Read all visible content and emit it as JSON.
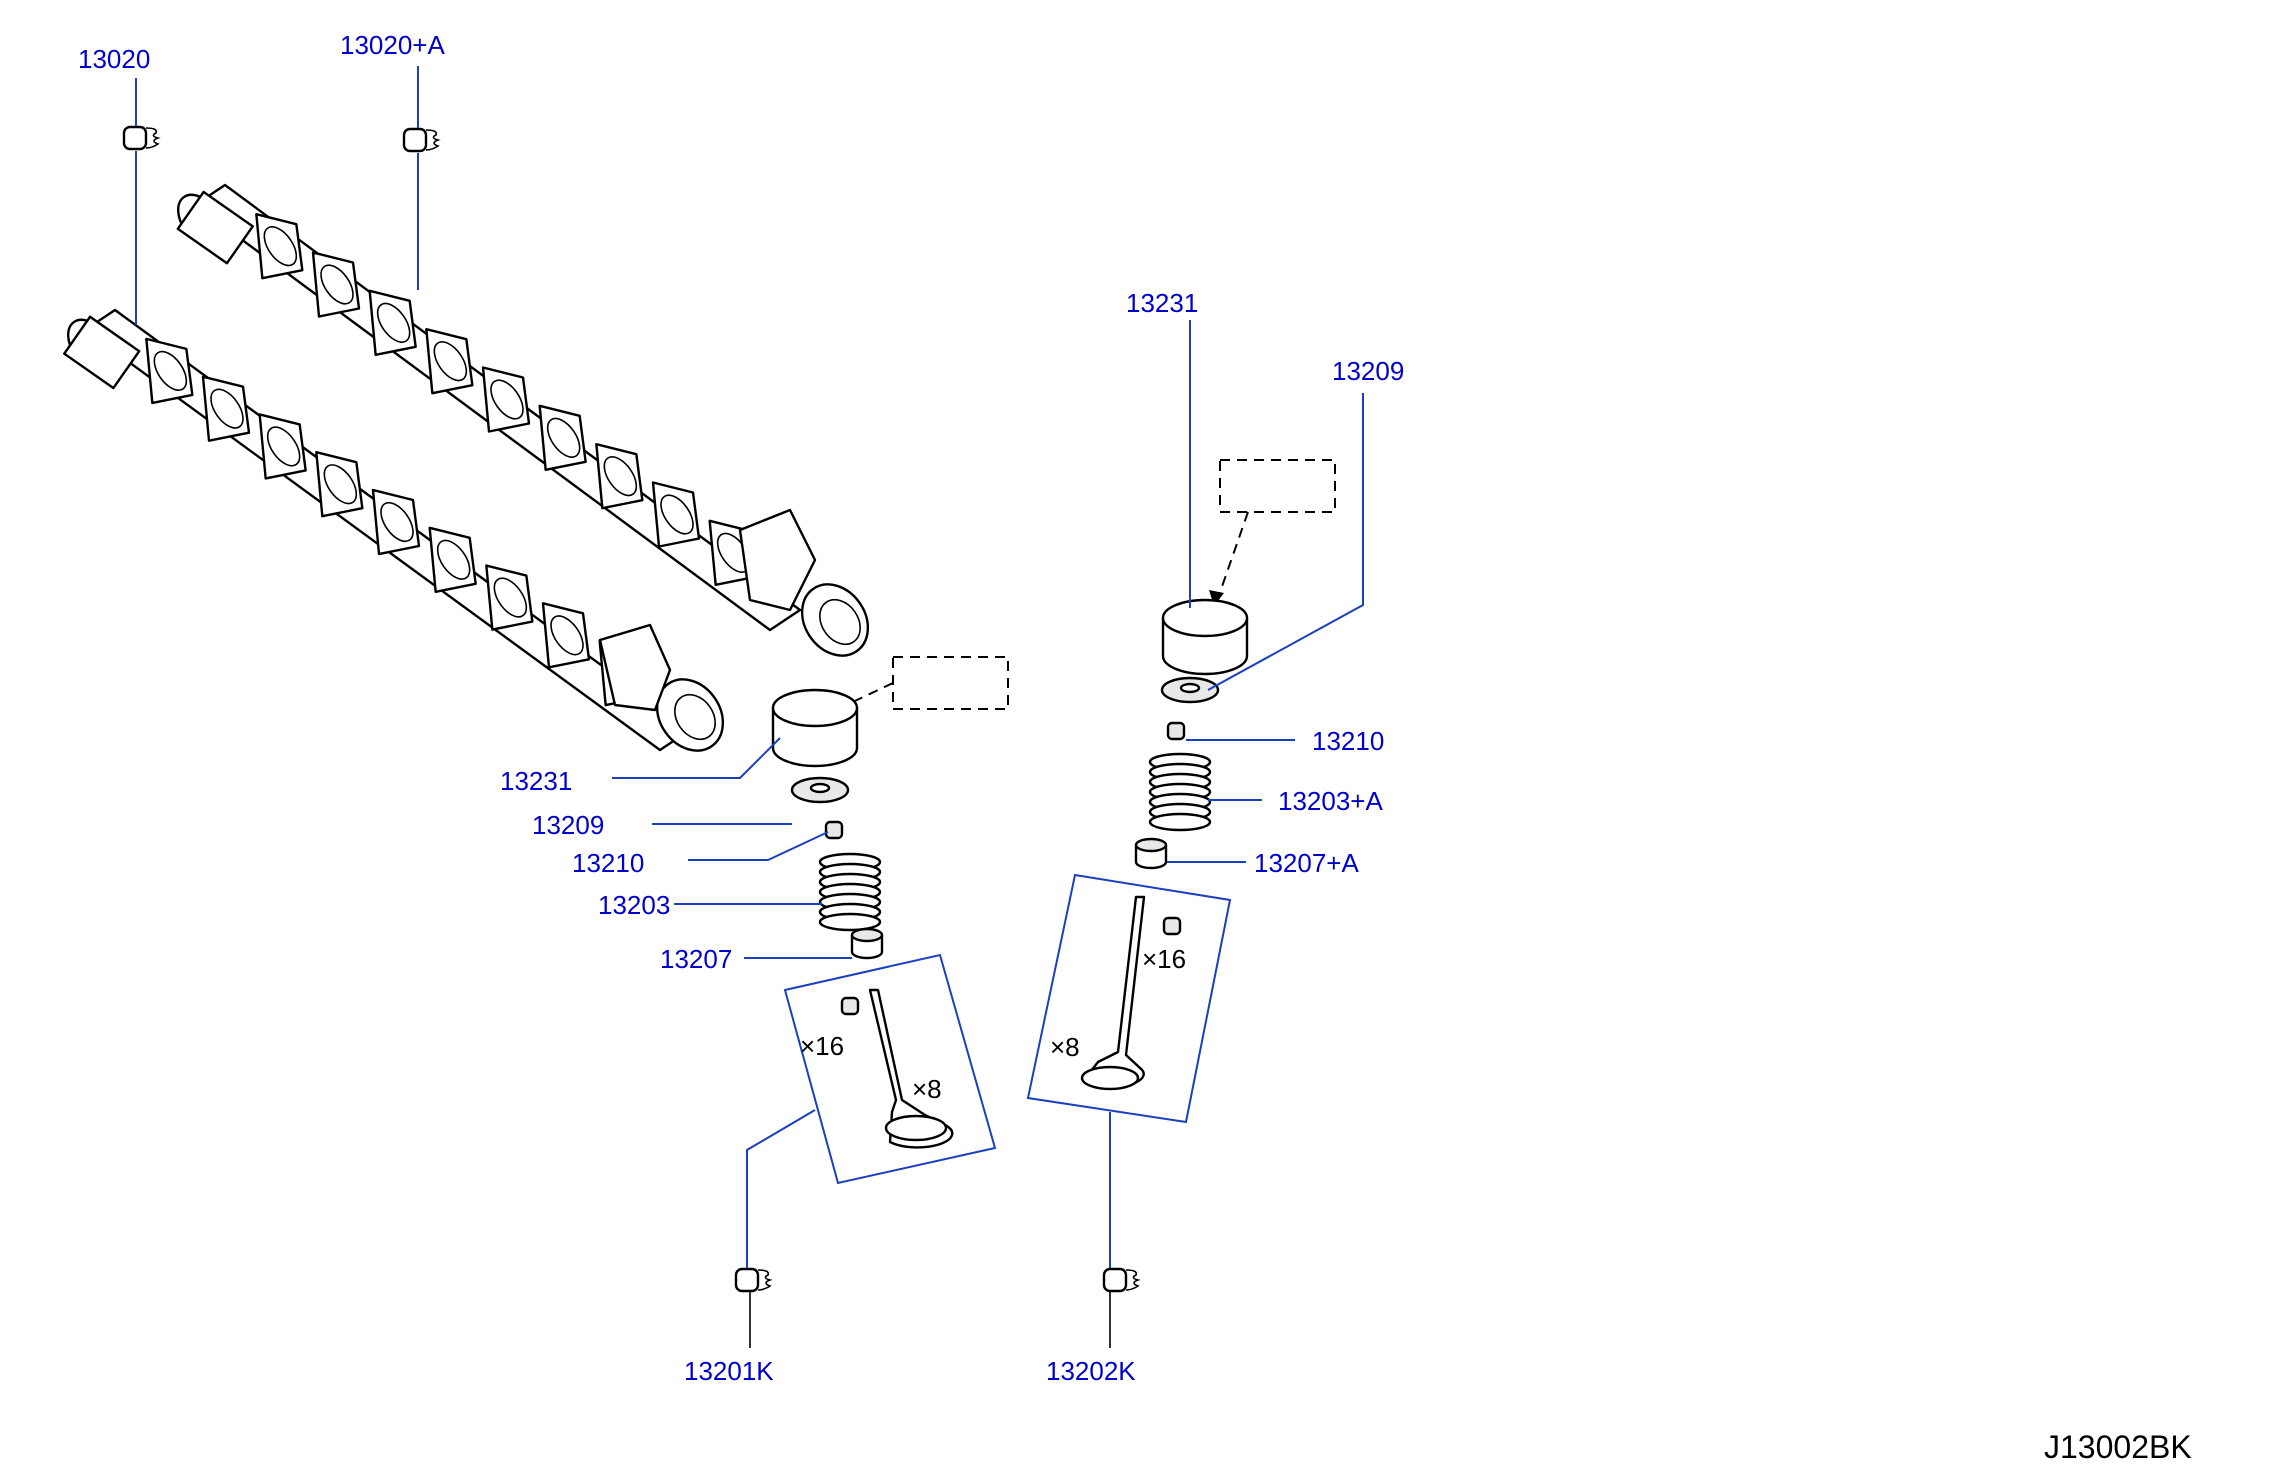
{
  "diagram_code": "J13002BK",
  "callouts": {
    "camshaft_lower": "13020",
    "camshaft_upper": "13020+A",
    "lifter_left": "13231",
    "shim_left": "13209",
    "collet_left": "13210",
    "spring_left": "13203",
    "seat_left": "13207",
    "lifter_right": "13231",
    "shim_right": "13209",
    "collet_right": "13210",
    "spring_right": "13203+A",
    "seat_right": "13207+A",
    "intake_valve": "13201K",
    "exhaust_valve": "13202K"
  },
  "quantities": {
    "left_seal_qty": "×16",
    "left_valve_qty": "×8",
    "right_seal_qty": "×16",
    "right_valve_qty": "×8"
  },
  "colors": {
    "callout_text": "#0000cc",
    "leader_line": "#1a3fbf",
    "part_outline": "#000000"
  },
  "icons": [
    "camshaft-icon",
    "bracket-clip-icon",
    "valve-lifter-icon",
    "shim-washer-icon",
    "valve-collet-icon",
    "valve-spring-icon",
    "spring-seat-icon",
    "valve-stem-seal-icon",
    "valve-icon"
  ]
}
